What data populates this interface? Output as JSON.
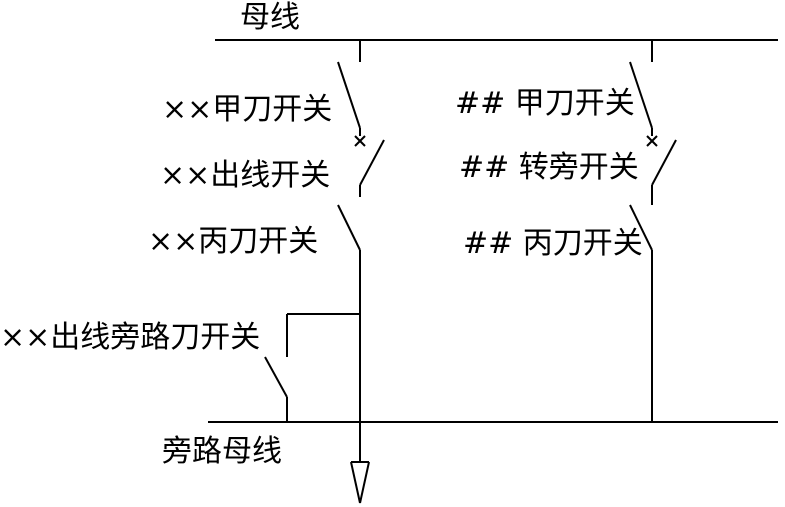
{
  "labels": {
    "main_bus": "母线",
    "bypass_bus": "旁路母线",
    "xx_bus_disconnector": "××甲刀开关",
    "xx_line_breaker": "××出线开关",
    "xx_line_disconnector": "××丙刀开关",
    "xx_bypass_disconnector": "××出线旁路刀开关",
    "hh_bus_disconnector": "## 甲刀开关",
    "hh_transfer_breaker": "## 转旁开关",
    "hh_line_disconnector": "## 丙刀开关"
  },
  "colors": {
    "line": "#000000",
    "background": "#ffffff"
  },
  "icons": {
    "load_arrow": "down-arrow-icon",
    "breaker_mark": "x-mark-icon"
  }
}
